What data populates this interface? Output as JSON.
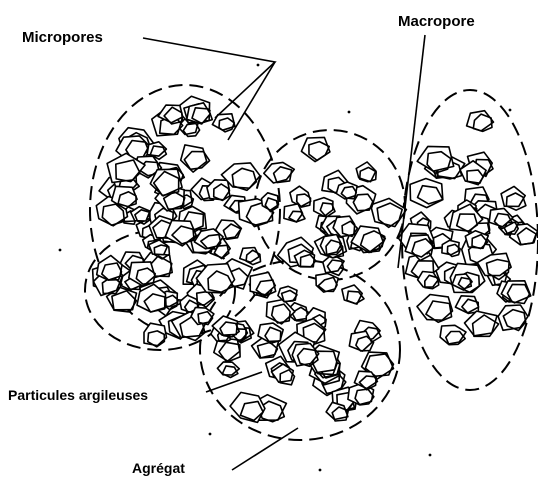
{
  "labels": {
    "micropores": "Micropores",
    "macropore": "Macropore",
    "particules": "Particules argileuses",
    "agregat": "Agrégat"
  }
}
